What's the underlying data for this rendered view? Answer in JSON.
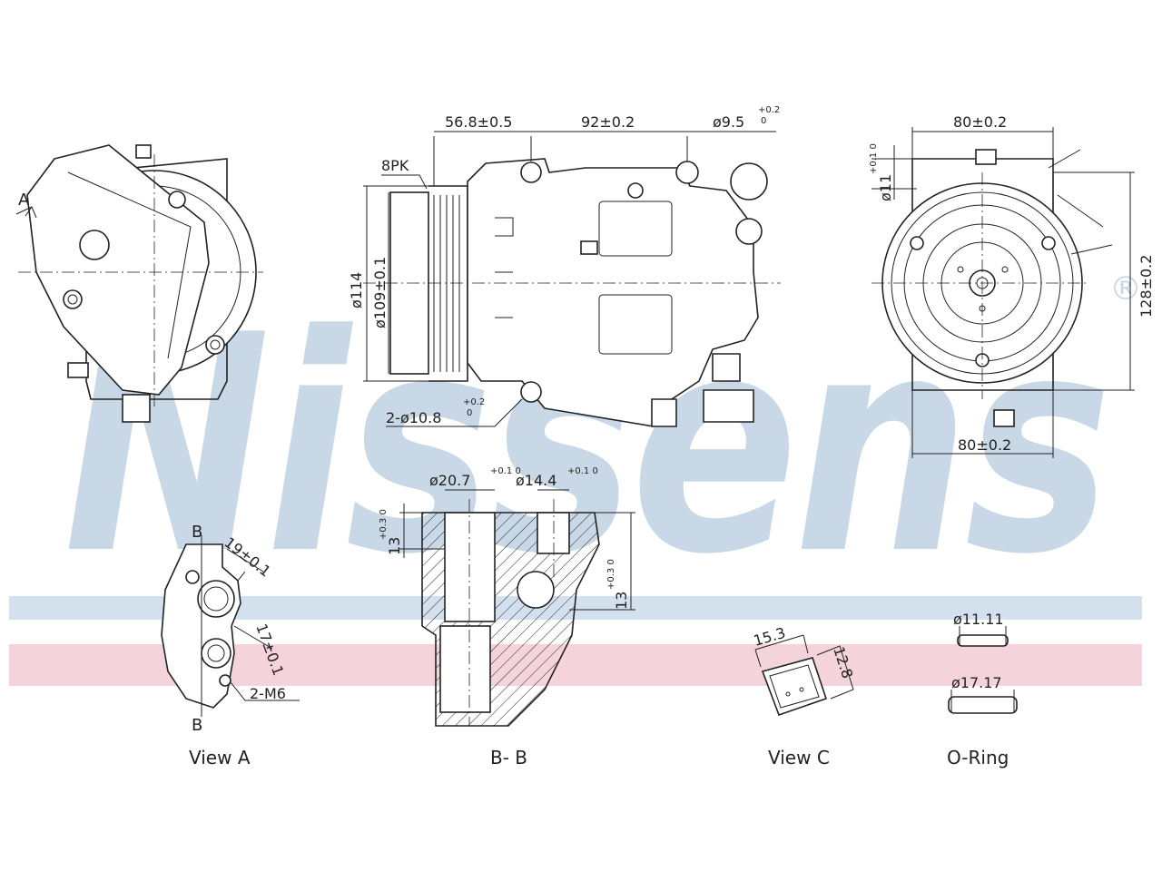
{
  "watermark": {
    "brand": "Nissens",
    "registered_mark": "®",
    "color": "#c9d8e6",
    "band_blue": "#d3e1ee",
    "band_pink": "#f4d3da"
  },
  "colors": {
    "line": "#222222",
    "background": "#ffffff"
  },
  "labels": {
    "view_a_arrow": "A",
    "belt": "8PK",
    "dim_56_8": "56.8±0.5",
    "dim_92": "92±0.2",
    "dim_9_5": "ø9.5",
    "dim_9_5_tol_top": "+0.2",
    "dim_9_5_tol_bot": "0",
    "dim_114": "ø114",
    "dim_109": "ø109±0.1",
    "dim_10_8": "2-ø10.8",
    "dim_10_8_tol_top": "+0.2",
    "dim_10_8_tol_bot": "0",
    "dim_80_top": "80±0.2",
    "dim_80_bottom": "80±0.2",
    "dim_11": "ø11",
    "dim_11_tol": "+0.1 0",
    "dim_128": "128±0.2",
    "section_mark_top": "B",
    "section_mark_bottom": "B",
    "dim_19": "19±0.1",
    "dim_17": "17±0.1",
    "dim_m6": "2-M6",
    "dim_20_7": "ø20.7",
    "dim_20_7_tol": "+0.1 0",
    "dim_14_4": "ø14.4",
    "dim_14_4_tol": "+0.1 0",
    "dim_13_left": "13",
    "dim_13_left_tol": "+0.3 0",
    "dim_13_right": "13",
    "dim_13_right_tol": "+0.3 0",
    "dim_15_3": "15.3",
    "dim_12_8": "12.8",
    "dim_oring_small": "ø11.11",
    "dim_oring_large": "ø17.17"
  },
  "captions": {
    "view_a": "View A",
    "section_bb": "B- B",
    "view_c": "View C",
    "o_ring": "O-Ring"
  }
}
